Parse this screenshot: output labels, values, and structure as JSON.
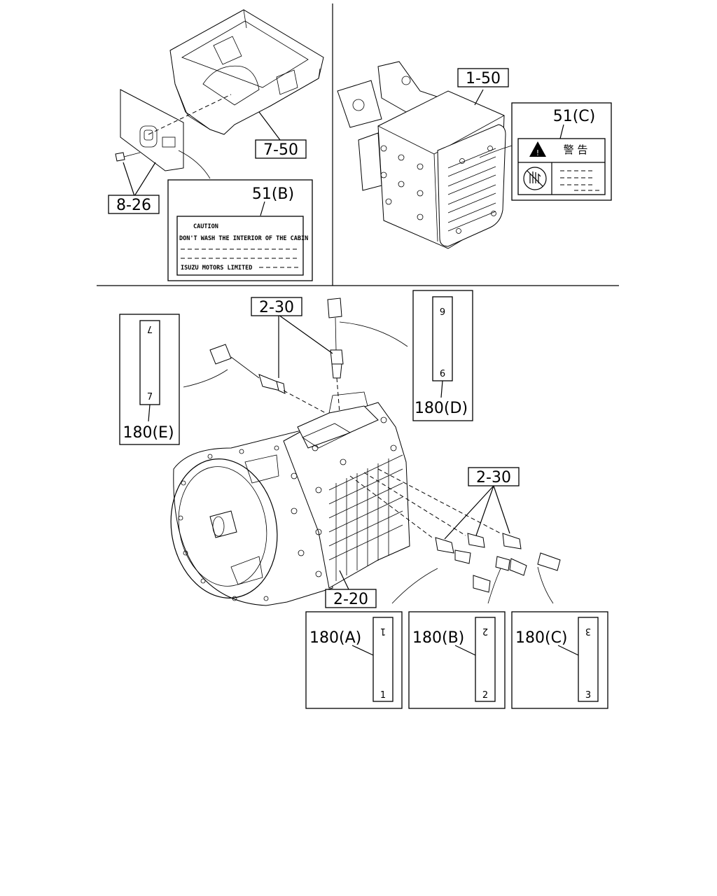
{
  "callouts": {
    "frame_ref": "7-50",
    "bolt_ref": "8-26",
    "tank_ref": "1-50",
    "sensor_ref_top": "2-30",
    "sensor_ref_right": "2-30",
    "transmission_ref": "2-20"
  },
  "labels": {
    "label_b": {
      "ref": "51(B)",
      "heading": "CAUTION",
      "line1": "DON'T WASH THE INTERIOR OF THE CABIN",
      "maker": "ISUZU MOTORS LIMITED"
    },
    "label_c": {
      "ref": "51(C)",
      "warning_text": "警 告",
      "warning_icon": "warning-triangle",
      "hand_icon": "no-hand-circle"
    }
  },
  "tags": [
    {
      "ref": "180(A)",
      "top_digit": "1",
      "bottom_digit": "1"
    },
    {
      "ref": "180(B)",
      "top_digit": "2",
      "bottom_digit": "2"
    },
    {
      "ref": "180(C)",
      "top_digit": "3",
      "bottom_digit": "3"
    },
    {
      "ref": "180(D)",
      "top_digit": "6",
      "bottom_digit": "6"
    },
    {
      "ref": "180(E)",
      "top_digit": "7",
      "bottom_digit": "7"
    }
  ]
}
